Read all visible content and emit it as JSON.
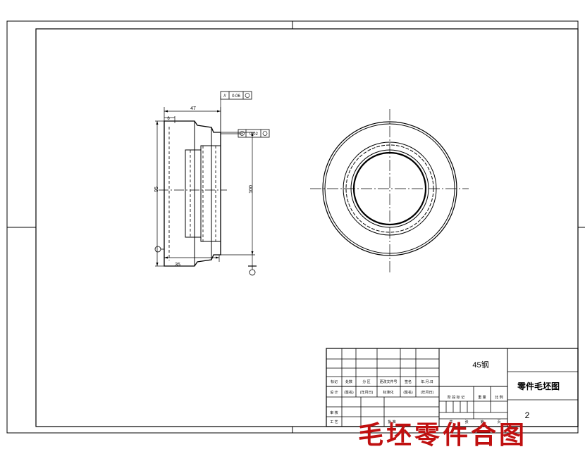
{
  "drawing": {
    "dims": {
      "overall_length": "47",
      "small_step": "6",
      "bottom_length": "35",
      "left_diameter": "95",
      "right_diameter": "100"
    },
    "tolerances": {
      "parallelism_symbol": "//",
      "parallelism_value": "0.06",
      "runout_value": "0.02"
    }
  },
  "title_block": {
    "material": "45钢",
    "title": "零件毛坯图",
    "sheet_no": "2",
    "row_labels_1": [
      "标记",
      "处数",
      "分 区",
      "更改文件号",
      "签名",
      "年.月.日"
    ],
    "row_labels_2": [
      "设 计",
      "(签名)",
      "(年月日)",
      "标准化",
      "(签名)",
      "(年月日)"
    ],
    "review_label": "审 核",
    "process_label": "工 艺",
    "approve_label": "批 准",
    "stage_labels": [
      "阶 段 标 记",
      "重 量",
      "比 例"
    ],
    "sheet_labels": [
      "共",
      "张",
      "第",
      "页"
    ]
  },
  "watermark": "毛坯零件合图"
}
